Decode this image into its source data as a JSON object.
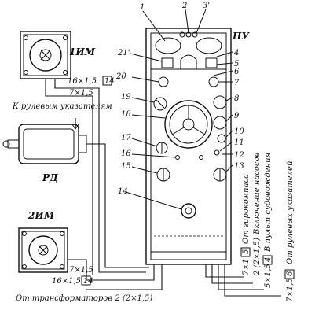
{
  "panel": {
    "label": "ПУ",
    "callouts": [
      "1",
      "2",
      "3'",
      "4",
      "5",
      "6",
      "7",
      "8",
      "9",
      "10",
      "11",
      "12",
      "13",
      "14",
      "15",
      "16",
      "17",
      "18",
      "19",
      "20",
      "21'"
    ]
  },
  "units": {
    "im1": "1ИМ",
    "im2": "2ИМ",
    "rd": "РД"
  },
  "cables": {
    "c1_spec": "16×1,5",
    "c1_tag": "14",
    "c2_spec": "7×1,5",
    "c3_spec": "7×1,5",
    "c4_spec": "16×1,5",
    "c4_tag": "14"
  },
  "labels": {
    "to_indicators": "К рулевым указателям",
    "from_transformers": "От трансформаторов 2 (2×1,5)",
    "gyro": "От гирокомпаса",
    "gyro_spec": "7×1",
    "gyro_tag": "5",
    "pumps": "Включение насосов",
    "pumps_spec": "2 (2×1,5)",
    "console": "В пульт судовождения",
    "console_spec": "5×1,5",
    "console_tag": "4",
    "rudder_ind": "От рулевых указателей",
    "rudder_spec": "7×1,5",
    "rudder_tag": "6"
  }
}
